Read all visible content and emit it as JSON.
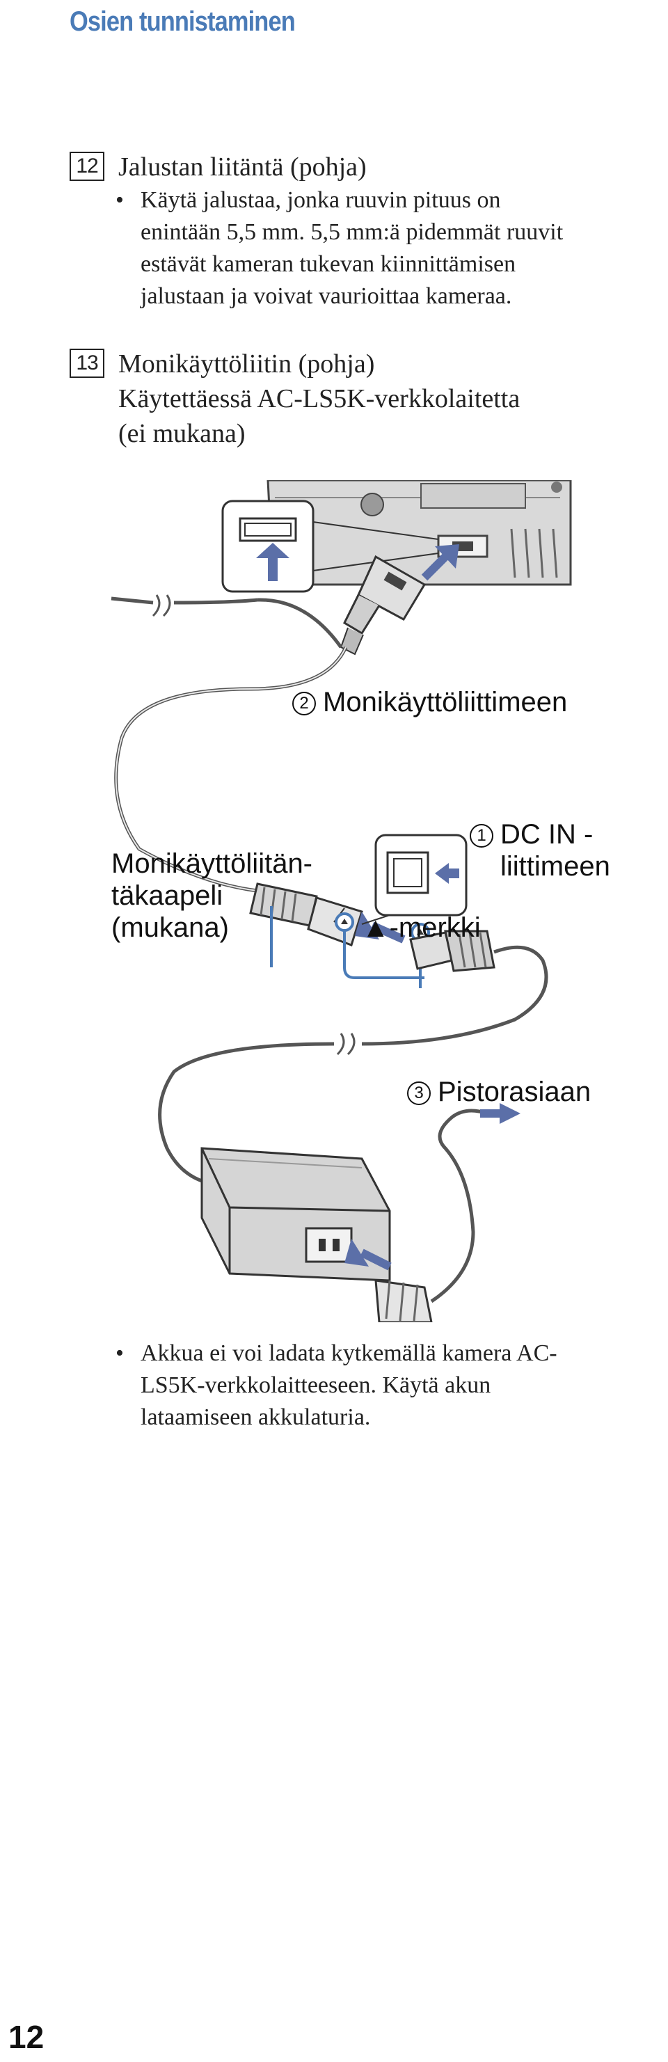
{
  "header": {
    "title": "Osien tunnistaminen"
  },
  "item12": {
    "number": "12",
    "title": "Jalustan liitäntä (pohja)",
    "bullet": "Käytä jalustaa, jonka ruuvin pituus on\nenintään 5,5 mm. 5,5 mm:ä pidemmät ruuvit\nestävät kameran tukevan kiinnittämisen\njalustaan ja voivat vaurioittaa kameraa."
  },
  "item13": {
    "number": "13",
    "title": "Monikäyttöliitin (pohja)\nKäytettäessä AC-LS5K-verkkolaitetta\n(ei mukana)"
  },
  "diagram": {
    "step2": {
      "num": "2",
      "text": "Monikäyttöliittimeen"
    },
    "step1": {
      "num": "1",
      "text": "DC IN -\nliittimeen"
    },
    "step3": {
      "num": "3",
      "text": "Pistorasiaan"
    },
    "cable_label": "Monikäyttöliitän-\ntäkaapeli\n(mukana)",
    "mark_label": "▲-merkki"
  },
  "note": {
    "bullet": "Akkua ei voi ladata kytkemällä kamera AC-\nLS5K-verkkolaitteeseen. Käytä akun\nlataamiseen akkulaturia."
  },
  "page": {
    "number": "12"
  },
  "colors": {
    "accent": "#4a7bb7",
    "arrow": "#5b6fa8"
  }
}
